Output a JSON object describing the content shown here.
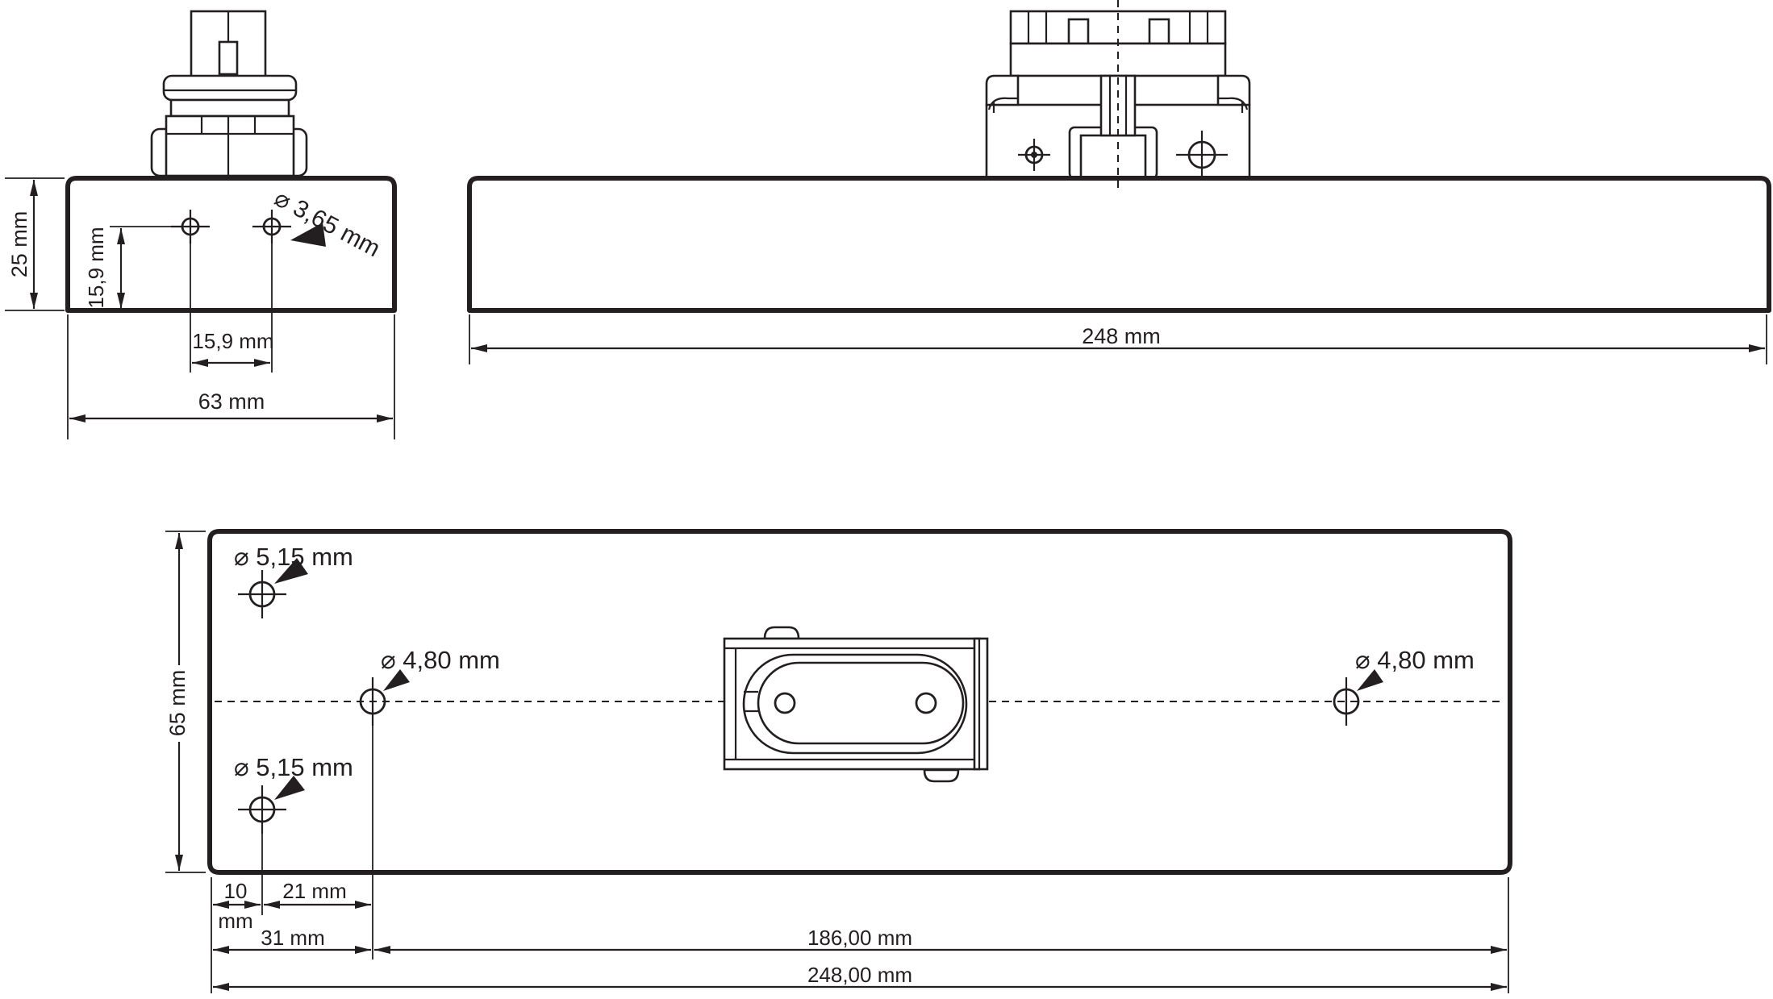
{
  "side_view": {
    "height_label": "25 mm",
    "hole_height_label": "15,9 mm",
    "hole_spacing_label": "15,9 mm",
    "width_label": "63 mm",
    "hole_diameter_label": "⌀ 3,65 mm"
  },
  "front_view": {
    "length_label": "248 mm"
  },
  "top_view": {
    "height_label": "65 mm",
    "hole_upper_label": "⌀ 5,15 mm",
    "hole_lower_label": "⌀ 5,15 mm",
    "hole_left_label": "⌀ 4,80 mm",
    "hole_right_label": "⌀ 4,80 mm",
    "dim_10_value": "10",
    "dim_10_unit": "mm",
    "dim_21_label": "21 mm",
    "dim_31_label": "31 mm",
    "dim_186_label": "186,00 mm",
    "dim_248_label": "248,00 mm"
  },
  "colors": {
    "ink": "#231f20",
    "paper": "#ffffff"
  }
}
